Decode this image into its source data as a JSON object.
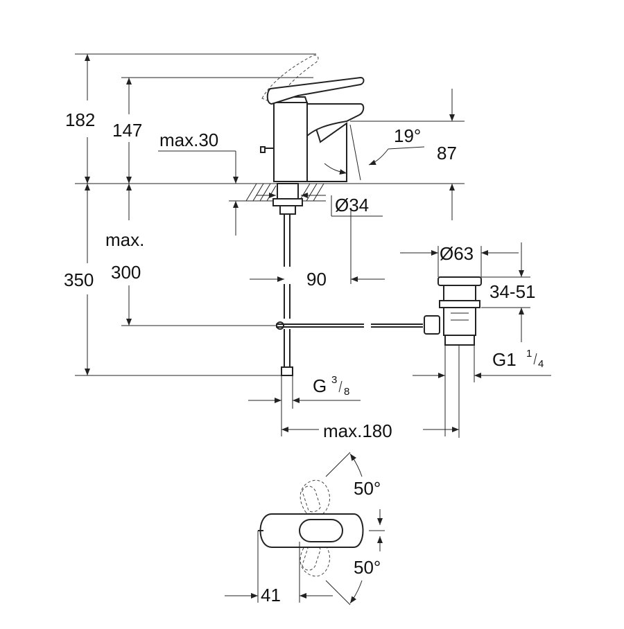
{
  "dimensions": {
    "total_height": "182",
    "spout_height": "147",
    "max_deck": "max.30",
    "angle_spout": "19°",
    "projection": "87",
    "hole_diameter": "Ø34",
    "below_max": "max.",
    "below_300": "300",
    "below_350": "350",
    "reach_90": "90",
    "waste_diameter": "Ø63",
    "waste_range": "34-51",
    "waste_thread_main": "G1",
    "waste_thread_num": "1",
    "waste_thread_den": "4",
    "supply_thread_main": "G",
    "supply_thread_num": "3",
    "supply_thread_den": "8",
    "max_180": "max.180",
    "lever_angle_top": "50°",
    "lever_angle_bottom": "50°",
    "lever_41": "41"
  }
}
